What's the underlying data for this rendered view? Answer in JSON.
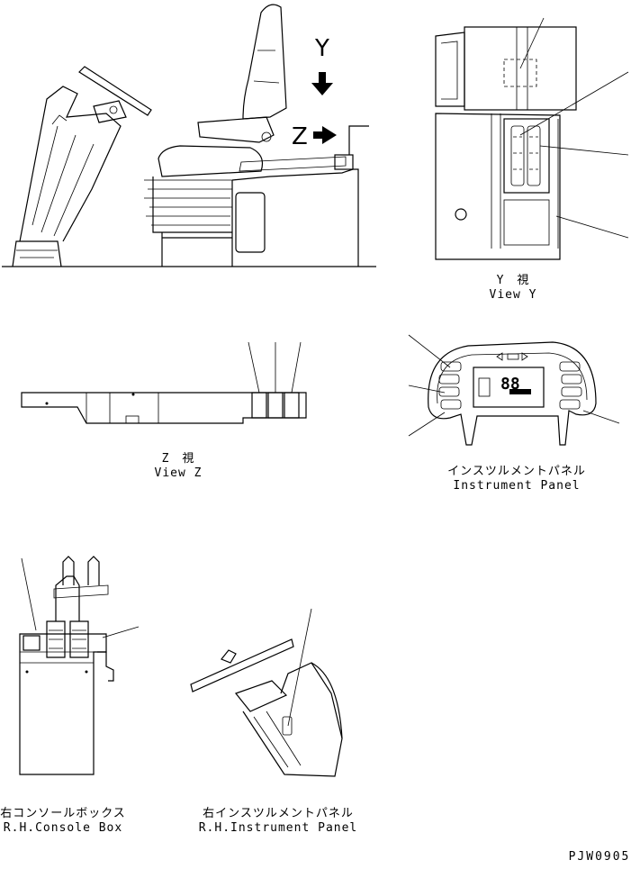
{
  "views": {
    "side": {
      "arrow_y": "Y",
      "arrow_z": "Z"
    },
    "view_y": {
      "jp": "Y　視",
      "en": "View Y"
    },
    "view_z": {
      "jp": "Z　視",
      "en": "View Z"
    },
    "instrument_panel": {
      "jp": "インスツルメントパネル",
      "en": "Instrument Panel",
      "digits": "88"
    },
    "rh_console_box": {
      "jp": "右コンソールボックス",
      "en": "R.H.Console Box"
    },
    "rh_instrument_panel": {
      "jp": "右インスツルメントパネル",
      "en": "R.H.Instrument Panel"
    }
  },
  "drawing_code": "PJW0905"
}
